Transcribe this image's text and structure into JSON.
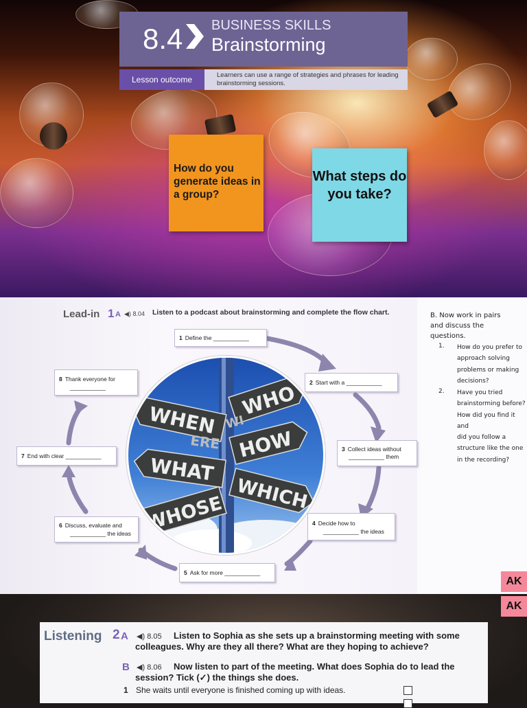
{
  "slide1": {
    "unit_number": "8.4",
    "unit_kicker": "BUSINESS SKILLS",
    "unit_title": "Brainstorming",
    "outcome_label": "Lesson outcome",
    "outcome_text": "Learners can use a range of strategies and phrases for leading brainstorming sessions.",
    "sticky_orange": "How do you generate ideas in a group?",
    "sticky_cyan": "What steps do you take?",
    "colors": {
      "title_panel": "#6d6494",
      "outcome": "#6a4fa8",
      "orange_note": "#f2951f",
      "cyan_note": "#7fd8e6"
    }
  },
  "leadin": {
    "heading": "Lead-in",
    "number": "1",
    "letter": "A",
    "audio": "8.04",
    "instruction": "Listen to a podcast about brainstorming and complete the flow chart.",
    "steps": [
      {
        "n": "1",
        "text": "Define the ___________"
      },
      {
        "n": "2",
        "text": "Start with a ___________"
      },
      {
        "n": "3",
        "text": "Collect ideas without",
        "text2": "___________ them"
      },
      {
        "n": "4",
        "text": "Decide how to",
        "text2": "___________ the ideas"
      },
      {
        "n": "5",
        "text": "Ask for more ___________"
      },
      {
        "n": "6",
        "text": "Discuss, evaluate and",
        "text2": "___________ the ideas"
      },
      {
        "n": "7",
        "text": "End with clear ___________"
      },
      {
        "n": "8",
        "text": "Thank everyone for",
        "text2": "___________"
      }
    ],
    "signpost_words": [
      "WHO",
      "WHEN",
      "HOW",
      "WHAT",
      "WHICH",
      "WHOSE",
      "ERE",
      "WI"
    ]
  },
  "discussion": {
    "heading": "B. Now work in pairs and discuss the questions.",
    "questions": [
      {
        "n": "1.",
        "lines": [
          "How do you prefer to",
          "approach solving",
          "problems or making",
          "decisions?"
        ]
      },
      {
        "n": "2.",
        "lines": [
          "Have you tried",
          "brainstorming before?",
          "How did you find it and",
          "did you follow a",
          "structure like the one",
          "in the recording?"
        ]
      }
    ]
  },
  "ak_badges": [
    "AK",
    "AK"
  ],
  "listening": {
    "heading": "Listening",
    "number": "2",
    "a_letter": "A",
    "a_audio": "8.05",
    "a_text_line1": "Listen to Sophia as she sets up a brainstorming meeting with some",
    "a_text_line2": "colleagues. Why are they all there? What are they hoping to achieve?",
    "b_letter": "B",
    "b_audio": "8.06",
    "b_text_line1": "Now listen to part of the meeting. What does Sophia do to lead the",
    "b_text_line2": "session? Tick (✓) the things she does.",
    "items": [
      {
        "n": "1",
        "text": "She waits until everyone is finished coming up with ideas."
      }
    ]
  }
}
